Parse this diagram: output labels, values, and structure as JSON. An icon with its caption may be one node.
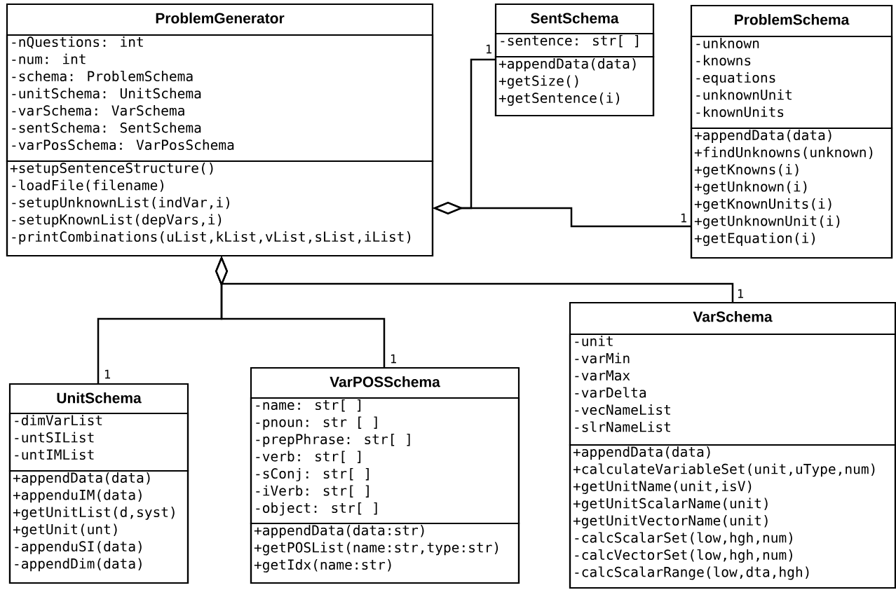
{
  "diagram": {
    "nodes": [
      {
        "text": [
          "ProblemGenerator"
        ]
      },
      {
        "text": [
          "-nQuestions: int",
          "-num: int",
          "-schema: ProblemSchema",
          "-unitSchema: UnitSchema",
          "-varSchema: VarSchema",
          "-sentSchema: SentSchema",
          "-varPosSchema: VarPosSchema"
        ],
        "in": 0
      },
      {
        "text": [
          "+setupSentenceStructure()",
          "-loadFile(filename)",
          "-setupUnknownList(indVar,i)",
          "-setupKnownList(depVars,i)",
          "-printCombinations(uList,kList,vList,sList,iList)"
        ],
        "in": 0
      },
      {
        "text": [
          "SentSchema"
        ]
      },
      {
        "text": [
          "-sentence: str[ ]"
        ],
        "in": 3
      },
      {
        "text": [
          "+appendData(data)",
          "+getSize()",
          "+getSentence(i)"
        ],
        "in": 3
      },
      {
        "text": [
          "ProblemSchema"
        ]
      },
      {
        "text": [
          "-unknown",
          "-knowns",
          "-equations",
          "-unknownUnit",
          "-knownUnits"
        ],
        "in": 6
      },
      {
        "text": [
          "+appendData(data)",
          "+findUnknowns(unknown)",
          "+getKnowns(i)",
          "+getUnknown(i)",
          "+getKnownUnits(i)",
          "+getUnknownUnit(i)",
          "+getEquation(i)"
        ],
        "in": 6
      },
      {
        "text": [
          "UnitSchema"
        ]
      },
      {
        "text": [
          "-dimVarList",
          "-untSIList",
          "-untIMList"
        ],
        "in": 9
      },
      {
        "text": [
          "+appendData(data)",
          "+appenduIM(data)",
          "+getUnitList(d,syst)",
          "+getUnit(unt)",
          "-appenduSI(data)",
          "-appendDim(data)"
        ],
        "in": 9
      },
      {
        "text": [
          "VarPOSSchema"
        ]
      },
      {
        "text": [
          "-name: str[ ]",
          "-pnoun: str [ ]",
          "-prepPhrase: str[ ]",
          "-verb: str[ ]",
          "-sConj: str[ ]",
          "-iVerb: str[ ]",
          "-object: str[ ]"
        ],
        "in": 12
      },
      {
        "text": [
          "+appendData(data:str)",
          "+getPOSList(name:str,type:str)",
          "+getIdx(name:str)"
        ],
        "in": 12
      },
      {
        "text": [
          "VarSchema"
        ]
      },
      {
        "text": [
          "-unit",
          "-varMin",
          "-varMax",
          "-varDelta",
          "-vecNameList",
          "-slrNameList"
        ],
        "in": 15
      },
      {
        "text": [
          "+appendData(data)",
          "+calculateVariableSet(unit,uType,num)",
          "+getUnitName(unit,isV)",
          "+getUnitScalarName(unit)",
          "+getUnitVectorName(unit)",
          "-calcScalarSet(low,hgh,num)",
          "-calcVectorSet(low,hgh,num)",
          "-calcScalarRange(low,dta,hgh)"
        ],
        "in": 15
      }
    ],
    "edges": [
      {
        "from": 0,
        "to": 3,
        "arrow": "other",
        "label": "1"
      },
      {
        "from": 0,
        "to": 6,
        "arrow": "other",
        "label": "1"
      },
      {
        "from": 0,
        "to": 9,
        "arrow": "other",
        "label": "1"
      },
      {
        "from": 0,
        "to": 12,
        "arrow": "other",
        "label": "1"
      },
      {
        "from": 0,
        "to": 15,
        "arrow": "other",
        "label": "1"
      }
    ]
  }
}
